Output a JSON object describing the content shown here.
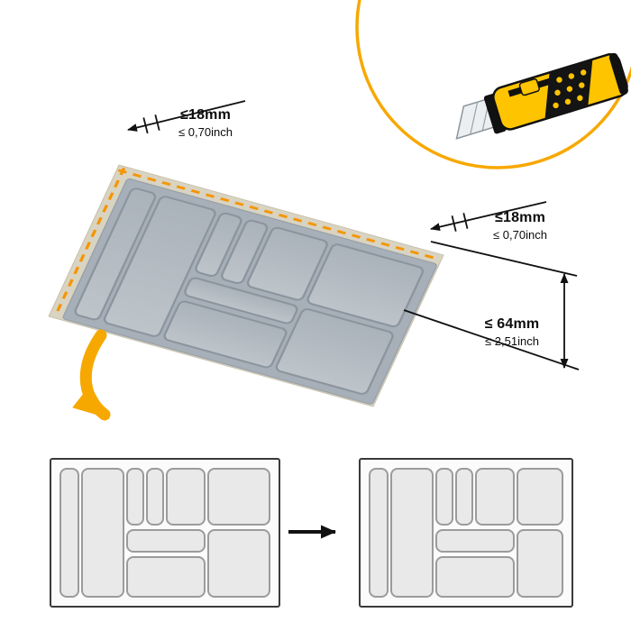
{
  "dimensions": {
    "top_side": {
      "mm": "≤18mm",
      "inch": "≤ 0,70inch"
    },
    "right_side": {
      "mm": "≤18mm",
      "inch": "≤ 0,70inch"
    },
    "depth": {
      "mm": "≤ 64mm",
      "inch": "≤ 2,51inch"
    }
  },
  "colors": {
    "accent_yellow": "#f7a800",
    "dash_orange": "#f59500",
    "knife_yellow": "#ffc400",
    "board_beige": "#d9d3c2",
    "tray_gray": "#a7b0b8",
    "compartment_gray": "#b5bcc3",
    "schematic_fill": "#e9e9e9",
    "schematic_stroke": "#9b9b9b",
    "text": "#0b0b0b"
  },
  "icons": {
    "cutter": "utility-knife-icon",
    "cut_direction": "curved-arrow-icon",
    "before_after": "right-arrow-icon",
    "cut_line": "dashed-cut-line"
  }
}
